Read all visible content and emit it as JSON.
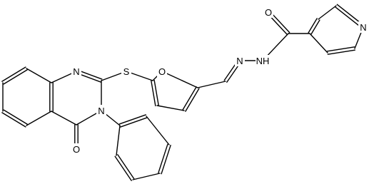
{
  "molecule": {
    "atom_labels": {
      "o_carbonyl_amide": "O",
      "n_pyridine": "N",
      "nh_amide": "NH",
      "n_imine": "N",
      "o_furan": "O",
      "s_thioether": "S",
      "n_quinazoline_1": "N",
      "n_quinazoline_3": "N",
      "o_quinazolinone": "O"
    }
  },
  "colors": {
    "bond": "#000000",
    "label": "#000000",
    "background": "#ffffff"
  }
}
